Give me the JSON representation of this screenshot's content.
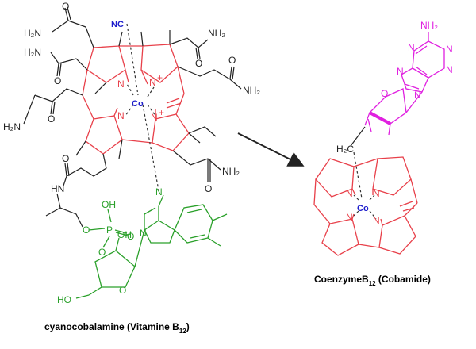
{
  "colors": {
    "ring": "#e8404a",
    "cobalt": "#1d1dcc",
    "nucleotide": "#2aa02a",
    "adenosyl": "#e020e0",
    "bond": "#222222"
  },
  "left_molecule": {
    "caption_main": "cyanocobalamine (Vitamine B",
    "caption_sub": "12",
    "caption_end": ")",
    "metal": "Co",
    "cyano": "NC",
    "amide_h2n": "H₂N",
    "amide_nh2": "NH₂",
    "nh": "HN",
    "oh": "OH",
    "ho": "HO",
    "o": "O",
    "p": "P",
    "n": "N",
    "nplus": "N",
    "plus": "+"
  },
  "right_molecule": {
    "caption_main": "CoenzymeB",
    "caption_sub": "12",
    "caption_end": " (Cobamide)",
    "metal": "Co",
    "ch2": "H₂C",
    "nh2": "NH₂",
    "n": "N",
    "o": "O"
  },
  "arrow": {
    "direction": "right-down"
  }
}
